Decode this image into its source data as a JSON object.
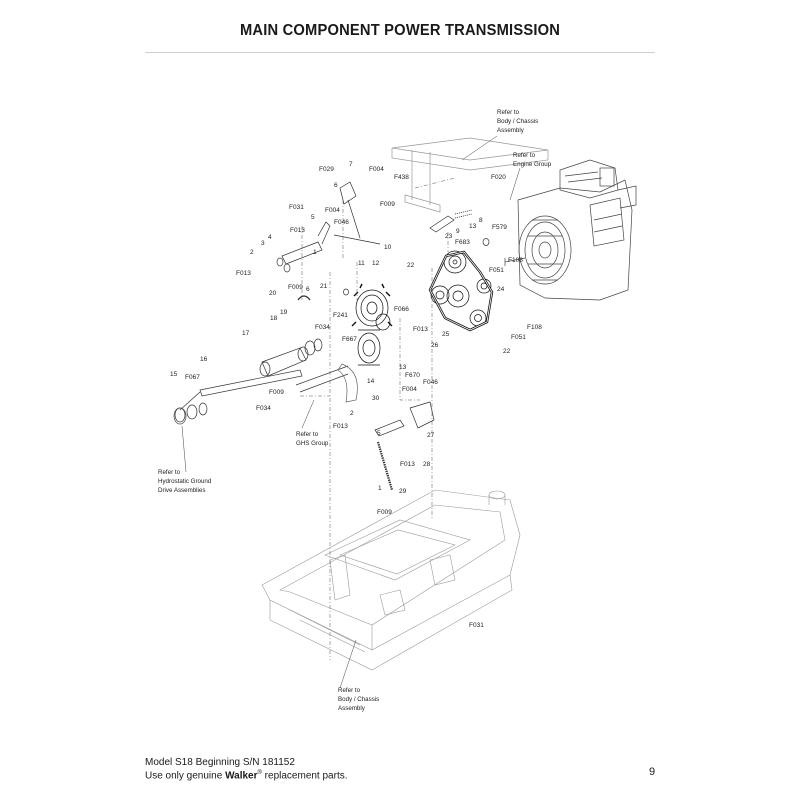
{
  "header": {
    "title": "MAIN COMPONENT POWER TRANSMISSION"
  },
  "references": {
    "body_top": [
      "Refer to",
      "Body / Chassis",
      "Assembly"
    ],
    "engine": [
      "Refer to",
      "Engine Group"
    ],
    "ghs": [
      "Refer to",
      "GHS Group"
    ],
    "hydrostatic": [
      "Refer to",
      "Hydrostatic Ground",
      "Drive Assemblies"
    ],
    "body_bottom": [
      "Refer to",
      "Body / Chassis",
      "Assembly"
    ]
  },
  "callouts": [
    "F029",
    "7",
    "F004",
    "6",
    "F009",
    "F031",
    "F004",
    "5",
    "F046",
    "F013",
    "4",
    "3",
    "2",
    "F013",
    "1",
    "10",
    "11",
    "12",
    "F009",
    "6",
    "21",
    "20",
    "19",
    "18",
    "F034",
    "F241",
    "F667",
    "17",
    "16",
    "F067",
    "15",
    "F009",
    "F034",
    "14",
    "13",
    "F670",
    "F066",
    "F013",
    "26",
    "25",
    "22",
    "24",
    "F108",
    "F051",
    "F051",
    "F108",
    "22",
    "23",
    "9",
    "F683",
    "13",
    "8",
    "F579",
    "F438",
    "F020",
    "30",
    "F004",
    "F046",
    "2",
    "F013",
    "27",
    "5",
    "F013",
    "28",
    "1",
    "29",
    "F009",
    "F031"
  ],
  "footer": {
    "model": "Model S18 Beginning S/N 181152",
    "use_prefix": "Use only genuine ",
    "brand": "Walker",
    "reg": "®",
    "use_suffix": " replacement parts.",
    "page_number": "9"
  }
}
